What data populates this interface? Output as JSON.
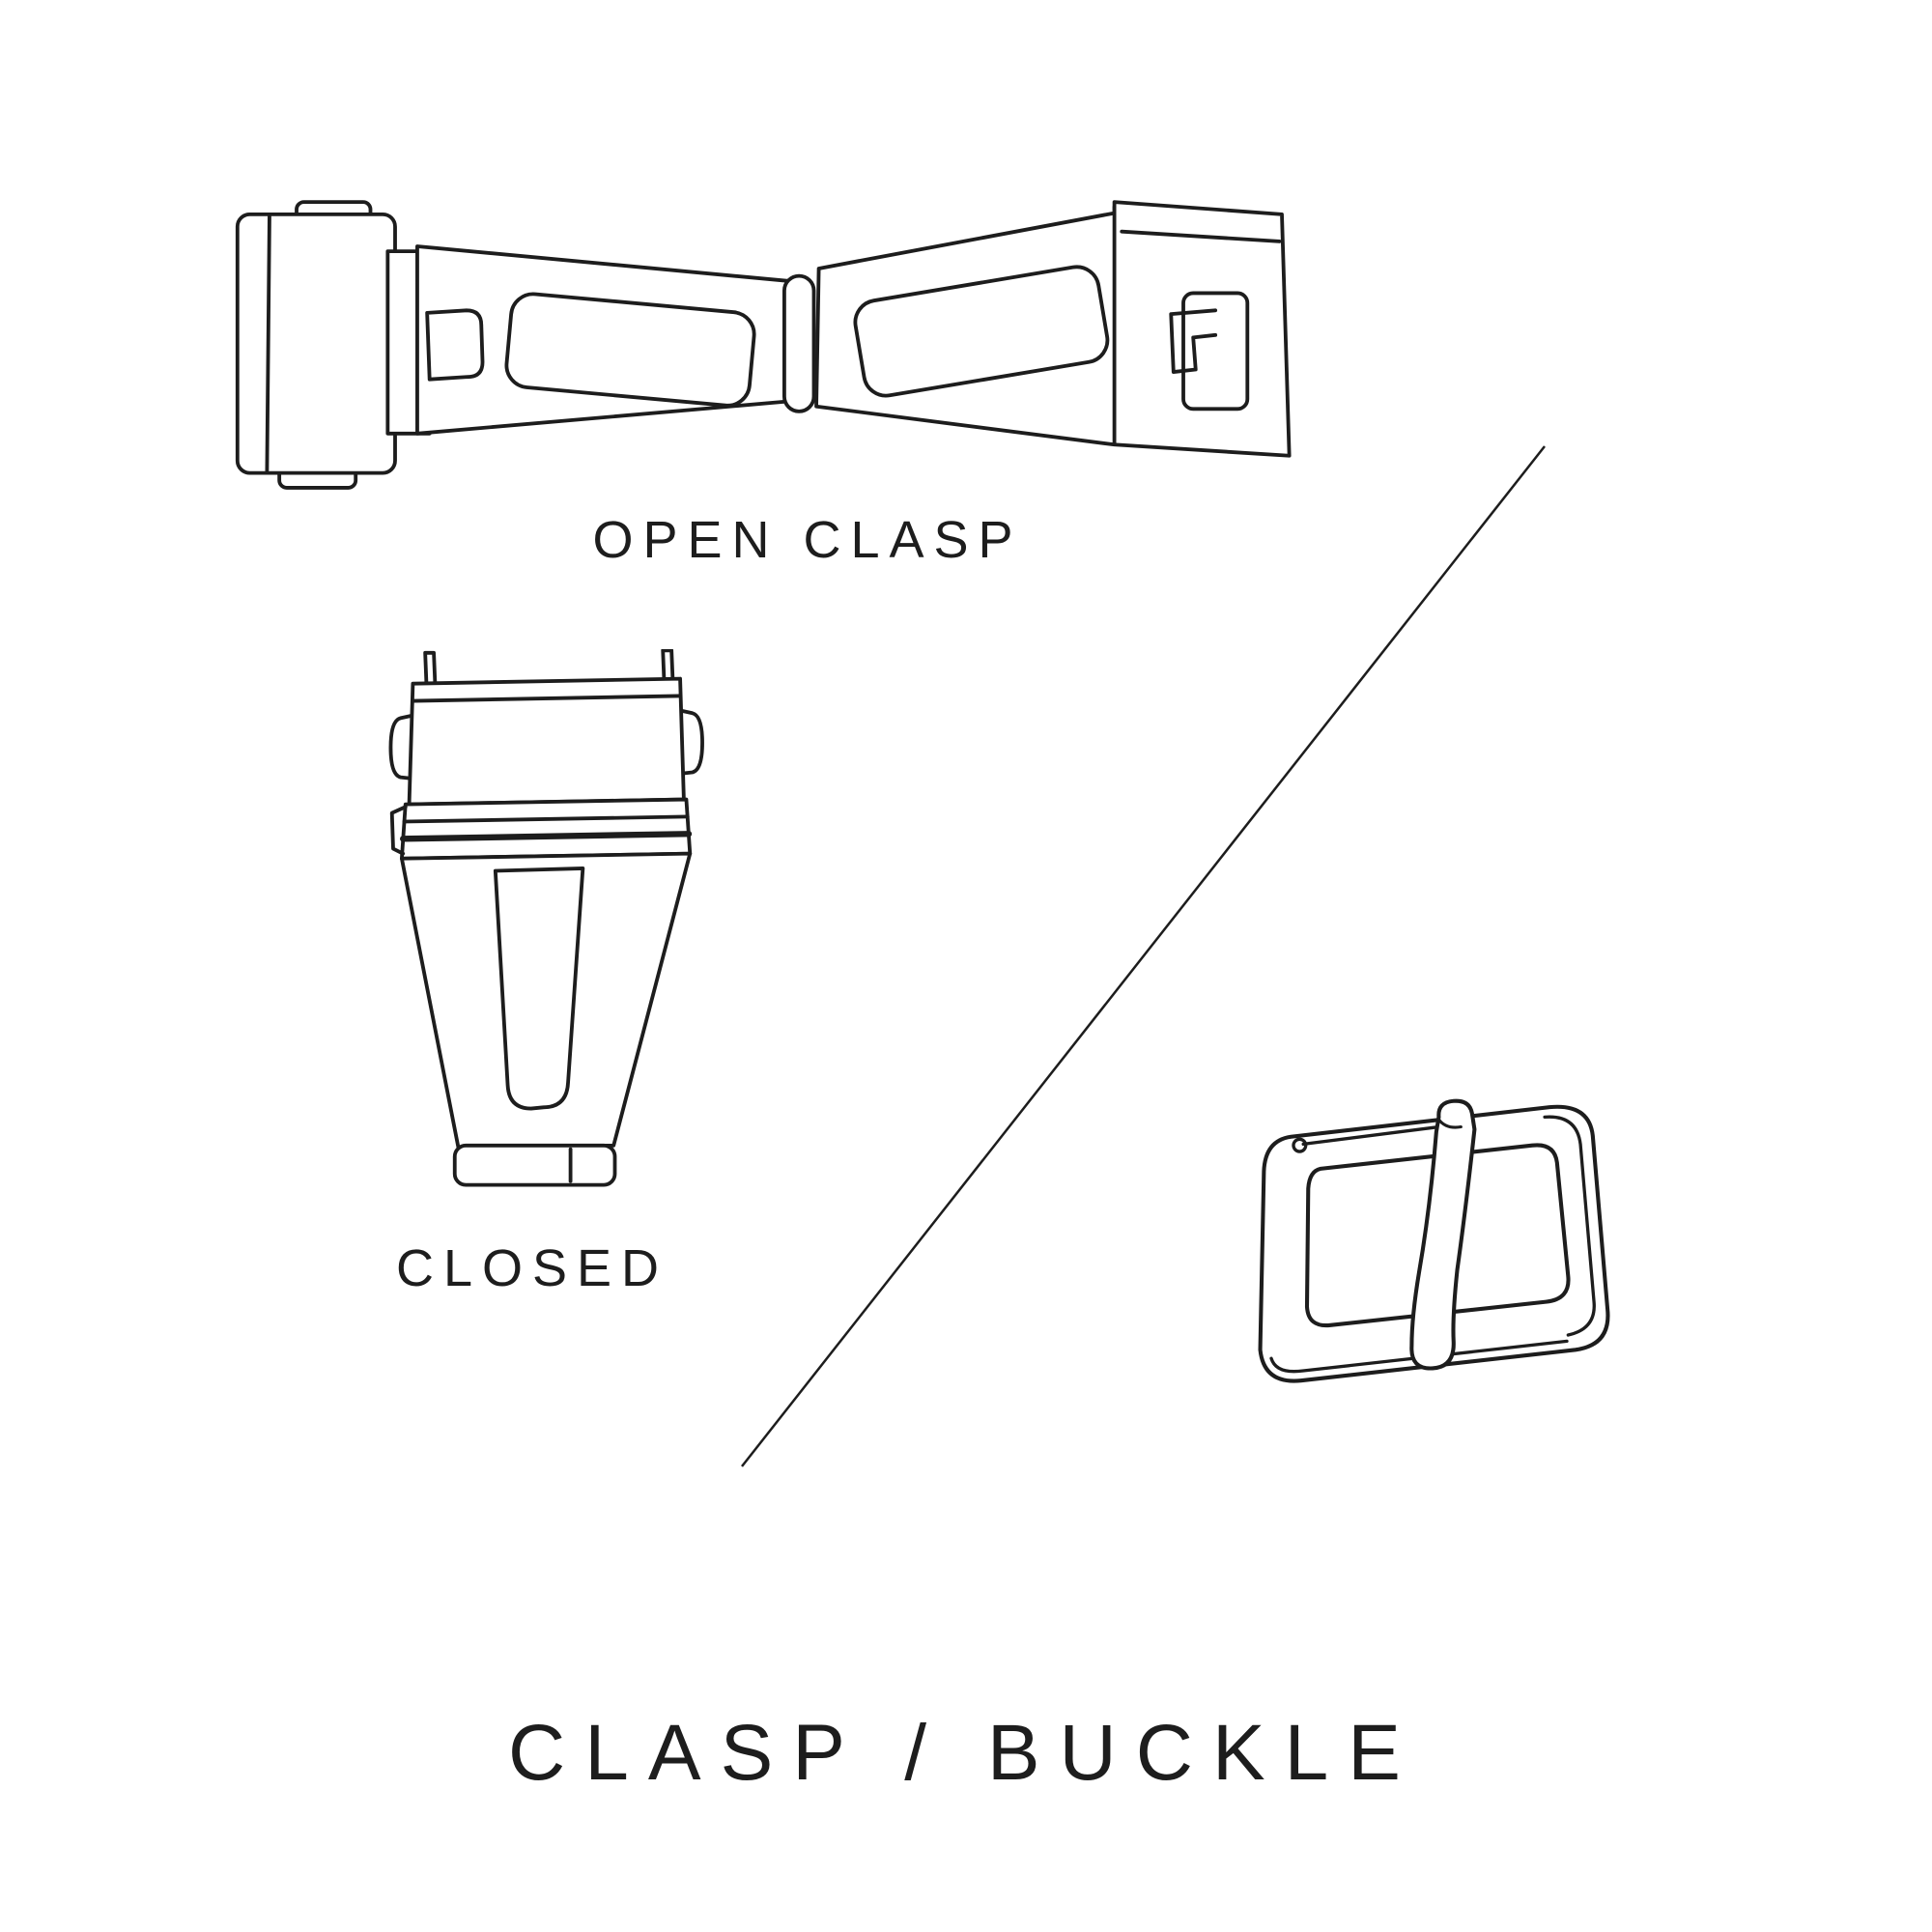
{
  "page": {
    "background_color": "#ffffff",
    "ink_color": "#1d1d1d",
    "title": "CLASP / BUCKLE"
  },
  "figures": {
    "open_clasp": {
      "label": "OPEN CLASP",
      "name": "open deployant clasp line drawing (top view, unfolded)"
    },
    "closed_clasp": {
      "label": "CLOSED",
      "name": "closed deployant clasp line drawing (top view)"
    },
    "buckle": {
      "name": "tang buckle line drawing (perspective view)"
    },
    "divider": {
      "name": "diagonal divider line"
    }
  }
}
